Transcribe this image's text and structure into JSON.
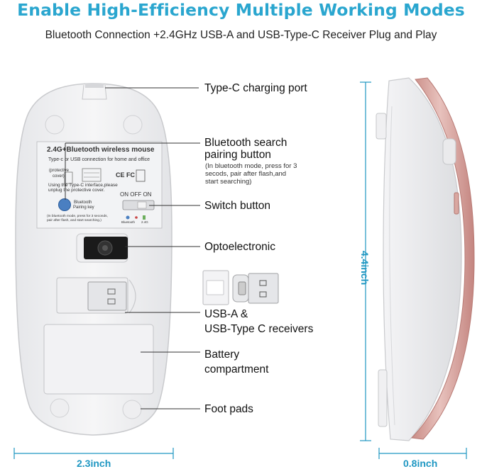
{
  "title": "Enable High-Efficiency Multiple Working Modes",
  "subtitle": "Bluetooth Connection +2.4GHz USB-A and USB-Type-C Receiver Plug and Play",
  "callouts": {
    "charging_port": "Type-C charging port",
    "bluetooth_button_line1": "Bluetooth search",
    "bluetooth_button_line2": "pairing button",
    "bluetooth_note_line1": "(In bluetooth mode, press for 3",
    "bluetooth_note_line2": "secods, pair after flash,and",
    "bluetooth_note_line3": "start searching)",
    "switch_button": "Switch button",
    "optoelectronic": "Optoelectronic",
    "receivers_line1": "USB-A &",
    "receivers_line2": "USB-Type C receivers",
    "battery_line1": "Battery",
    "battery_line2": "compartment",
    "foot_pads": "Foot pads"
  },
  "dimensions": {
    "width": "2.3inch",
    "height": "4.4inch",
    "depth": "0.8inch"
  },
  "sticker": {
    "heading": "2.4G+Bluetooth wireless mouse",
    "line1": "Type-c or USB connection for home and office",
    "protective": "(protective",
    "cover": "cover)",
    "cert": "CE FC",
    "using_line1": "Using the Type-C interface,please",
    "using_line2": "unplug the protective cover.",
    "switch_labels": "ON OFF ON",
    "pairing_line1": "Bluetooth",
    "pairing_line2": "Pairing key",
    "mode_bluetooth": "Bluetooth",
    "mode_24g": "2.4G",
    "small_note_line1": "(In bluetooth mode, press for 3 seconds,",
    "small_note_line2": "pair after flash, and start searching.)"
  },
  "colors": {
    "title": "#2aa6cf",
    "dimension": "#1f97c2",
    "rose_gold": "#d9a8a1",
    "pairing_button": "#4a7fc1"
  }
}
